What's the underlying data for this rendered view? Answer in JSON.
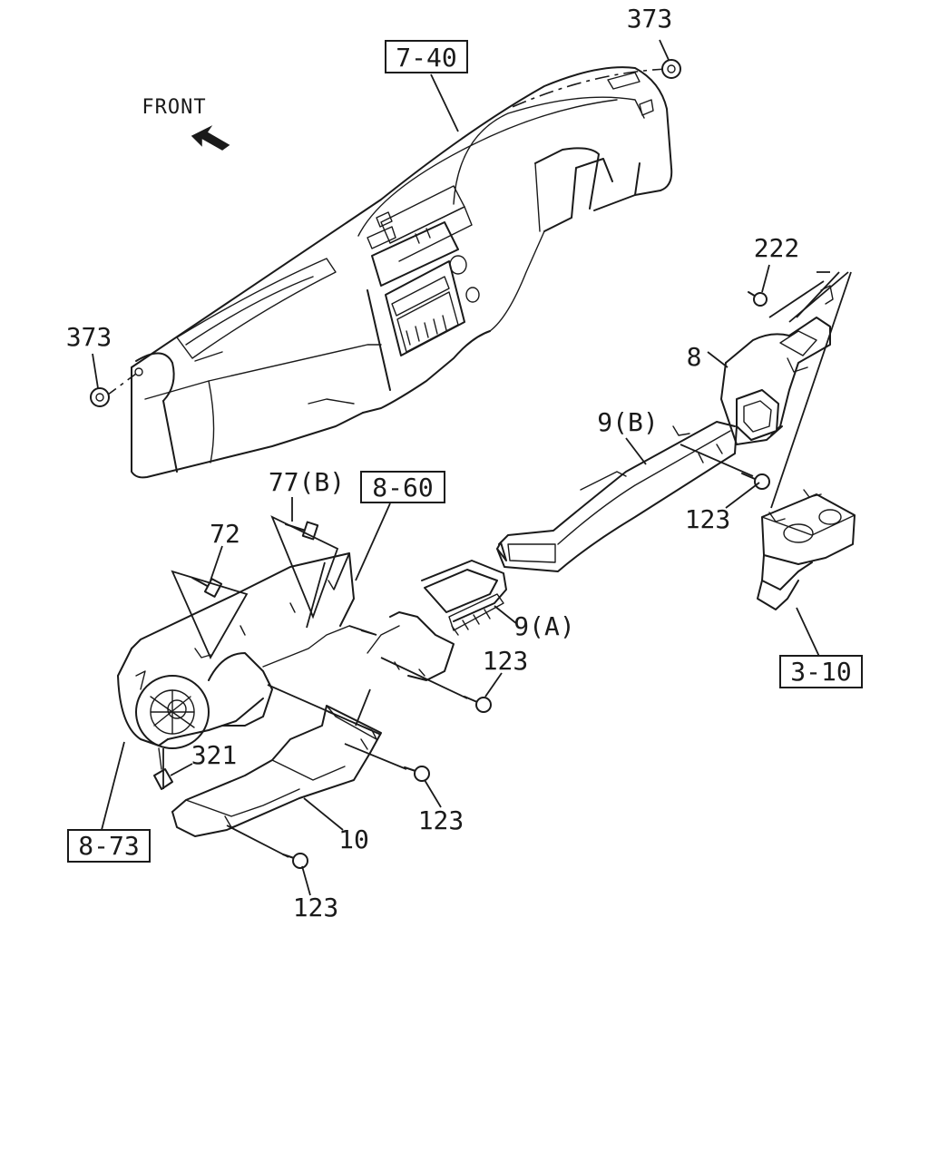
{
  "front_label": "FRONT",
  "references": {
    "ref_7_40": "7-40",
    "ref_8_60": "8-60",
    "ref_3_10": "3-10",
    "ref_8_73": "8-73"
  },
  "callouts": {
    "p373_top": "373",
    "p373_left": "373",
    "p222": "222",
    "p8": "8",
    "p9b": "9(B)",
    "p123_right": "123",
    "p77b": "77(B)",
    "p72": "72",
    "p9a": "9(A)",
    "p123_mid": "123",
    "p321": "321",
    "p123_low": "123",
    "p10": "10",
    "p123_bottom": "123"
  }
}
